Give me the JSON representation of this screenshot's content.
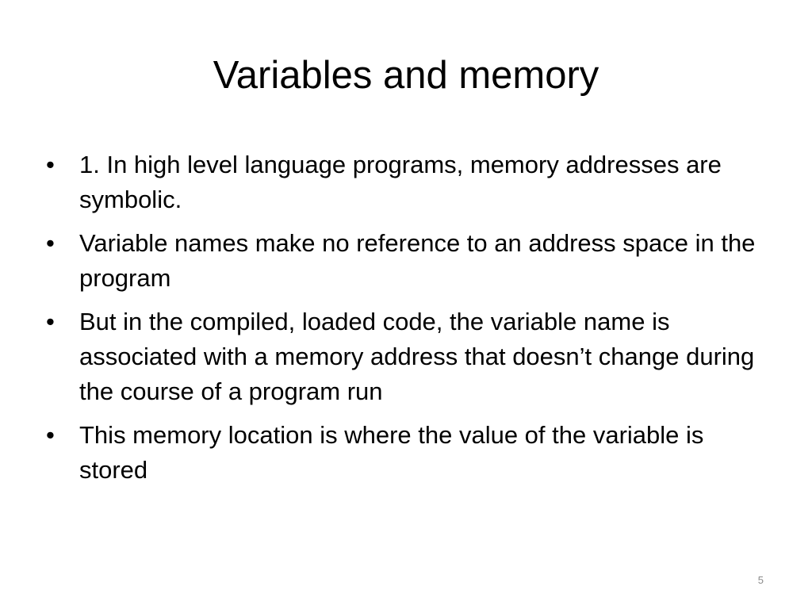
{
  "slide": {
    "title": "Variables and memory",
    "bullet_symbol": "•",
    "bullets": [
      {
        "text": "1.  In high level language programs, memory addresses are symbolic."
      },
      {
        "text": "Variable names make no reference to an address space in the program"
      },
      {
        "text": "But in the compiled, loaded code, the variable name is associated with a memory address that doesn’t change during the course of a program run"
      },
      {
        "text": "This memory location is where the value of the variable is stored"
      }
    ],
    "page_number": "5"
  },
  "colors": {
    "background": "#ffffff",
    "text": "#000000",
    "page_number": "#8a8a8a"
  }
}
